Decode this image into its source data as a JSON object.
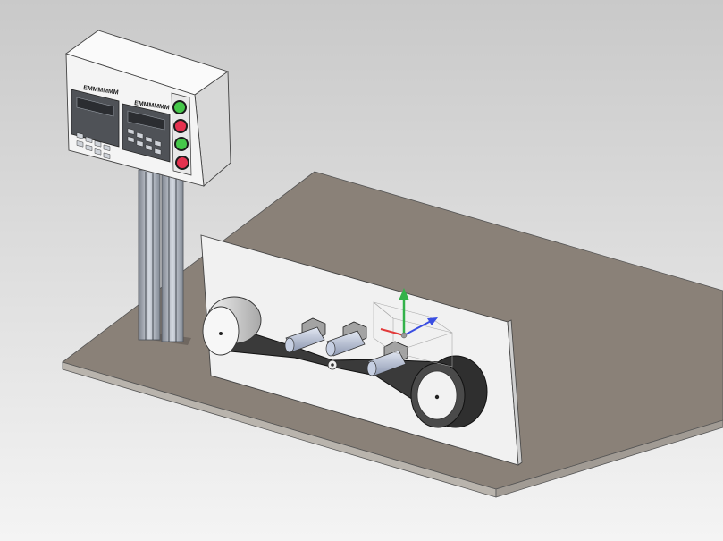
{
  "viewport": {
    "background_top": "#c9c9c9",
    "background_bottom": "#f4f4f4"
  },
  "colors": {
    "base_plate_top": "#8a8178",
    "base_plate_edge": "#b9b4ad",
    "mount_panel": "#f1f1f1",
    "belt": "#3a3a3a",
    "roller": "#b7c2d8",
    "drive_pulley": "#2f2f2f",
    "idler_pulley": "#dcdcdc",
    "control_box": "#f4f4f4",
    "column": "#a9b0bb",
    "button_green": "#46c84a",
    "button_red": "#e4314f",
    "triad_x": "#e23a3a",
    "triad_y": "#33b24a",
    "triad_z": "#3a4ee2"
  },
  "control_box": {
    "display_left_label": "EMMMMMM",
    "display_right_label": "EMMMMMM",
    "buttons": [
      "start-green",
      "stop-red",
      "start-green",
      "stop-red"
    ]
  },
  "icons": {
    "triad": "coordinate-triad-icon"
  }
}
